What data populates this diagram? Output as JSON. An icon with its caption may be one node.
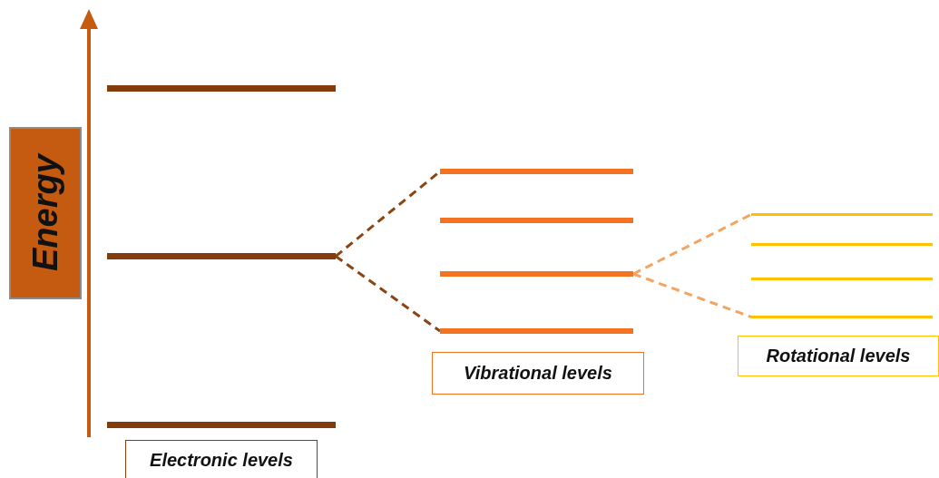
{
  "diagram": {
    "nodes": [
      {
        "text": [
          "Energy"
        ]
      },
      {
        "text": [],
        "shape": "bar"
      },
      {
        "text": [],
        "shape": "bar"
      },
      {
        "text": [],
        "shape": "bar"
      },
      {
        "text": [],
        "shape": "bar"
      },
      {
        "text": [],
        "shape": "bar"
      },
      {
        "text": [],
        "shape": "bar"
      },
      {
        "text": [],
        "shape": "bar"
      },
      {
        "text": [],
        "shape": "bar"
      },
      {
        "text": [],
        "shape": "bar"
      },
      {
        "text": [],
        "shape": "bar"
      },
      {
        "text": [],
        "shape": "bar"
      },
      {
        "text": [
          "Electronic levels"
        ]
      },
      {
        "text": [
          "Vibrational levels"
        ]
      },
      {
        "text": [
          "Rotational levels"
        ]
      }
    ],
    "edges": [
      {
        "from": 2,
        "to": 4,
        "arrow": "none",
        "style": "dashed",
        "color": "#8b4513"
      },
      {
        "from": 2,
        "to": 7,
        "arrow": "none",
        "style": "dashed",
        "color": "#8b4513"
      },
      {
        "from": 6,
        "to": 8,
        "arrow": "none",
        "style": "dashed",
        "color": "#f4a460"
      },
      {
        "from": 6,
        "to": 11,
        "arrow": "none",
        "style": "dashed",
        "color": "#f4a460"
      }
    ]
  }
}
